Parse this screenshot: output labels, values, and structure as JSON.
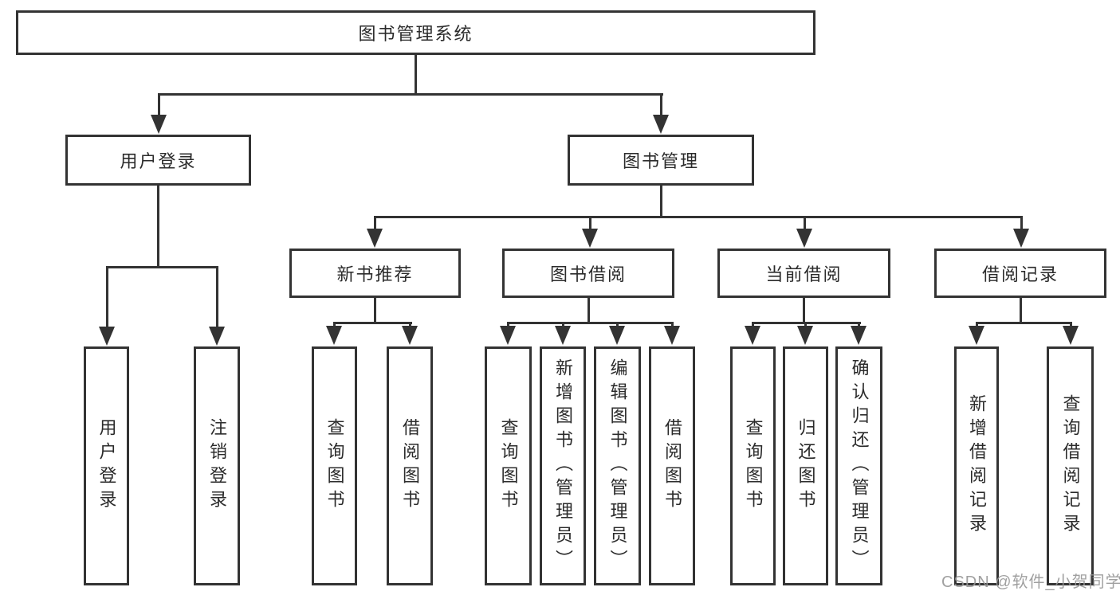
{
  "diagram": {
    "title": "图书管理系统",
    "root": "图书管理系统",
    "level2": {
      "user_login": "用户登录",
      "book_management": "图书管理"
    },
    "level3": {
      "new_book_recommend": "新书推荐",
      "book_borrowing": "图书借阅",
      "current_borrowing": "当前借阅",
      "borrowing_records": "借阅记录"
    },
    "leaves": {
      "user_login": [
        "用户登录",
        "注销登录"
      ],
      "new_book_recommend": [
        "查询图书",
        "借阅图书"
      ],
      "book_borrowing": [
        "查询图书",
        "新增图书（管理员）",
        "编辑图书（管理员）",
        "借阅图书"
      ],
      "current_borrowing": [
        "查询图书",
        "归还图书",
        "确认归还（管理员）"
      ],
      "borrowing_records": [
        "新增借阅记录",
        "查询借阅记录"
      ]
    }
  },
  "watermark": "CSDN @软件_小贺同学",
  "colors": {
    "line": "#333333",
    "text": "#2b2b2b",
    "watermark": "#969696",
    "background": "#ffffff"
  }
}
